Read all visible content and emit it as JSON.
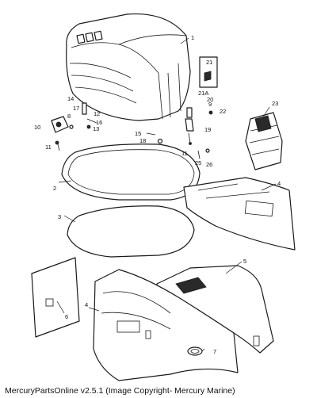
{
  "caption": "MercuryPartsOnline v2.5.1 (Image Copyright- Mercury Marine)",
  "callouts": {
    "c1": "1",
    "c2": "2",
    "c3": "3",
    "c4a": "4",
    "c4b": "4",
    "c5": "5",
    "c6": "6",
    "c7": "7",
    "c8": "8",
    "c9": "9",
    "c10": "10",
    "c11a": "11",
    "c11b": "11",
    "c12": "12",
    "c13": "13",
    "c14": "14",
    "c15": "15",
    "c16": "16",
    "c17": "17",
    "c18": "18",
    "c19": "19",
    "c20": "20",
    "c21": "21",
    "c21a": "21A",
    "c22": "22",
    "c23": "23",
    "c25": "25",
    "c26": "26"
  }
}
